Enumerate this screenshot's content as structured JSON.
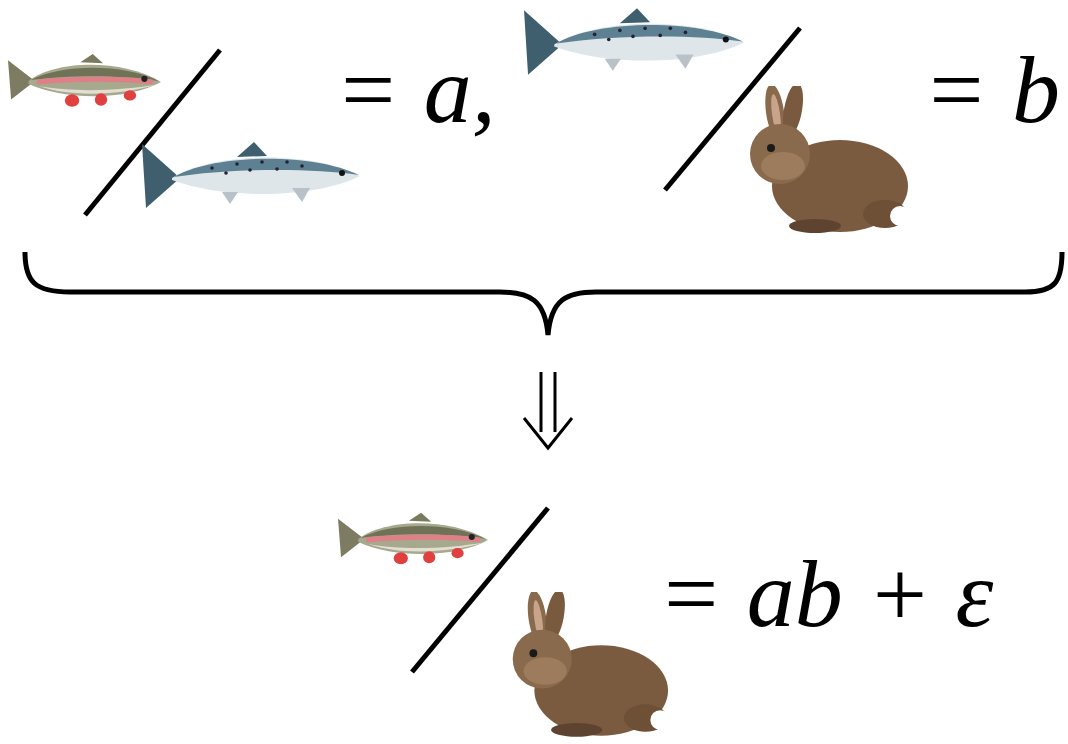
{
  "diagram": {
    "labels": [
      "= a,",
      "= b",
      "= ab + ε"
    ]
  }
}
